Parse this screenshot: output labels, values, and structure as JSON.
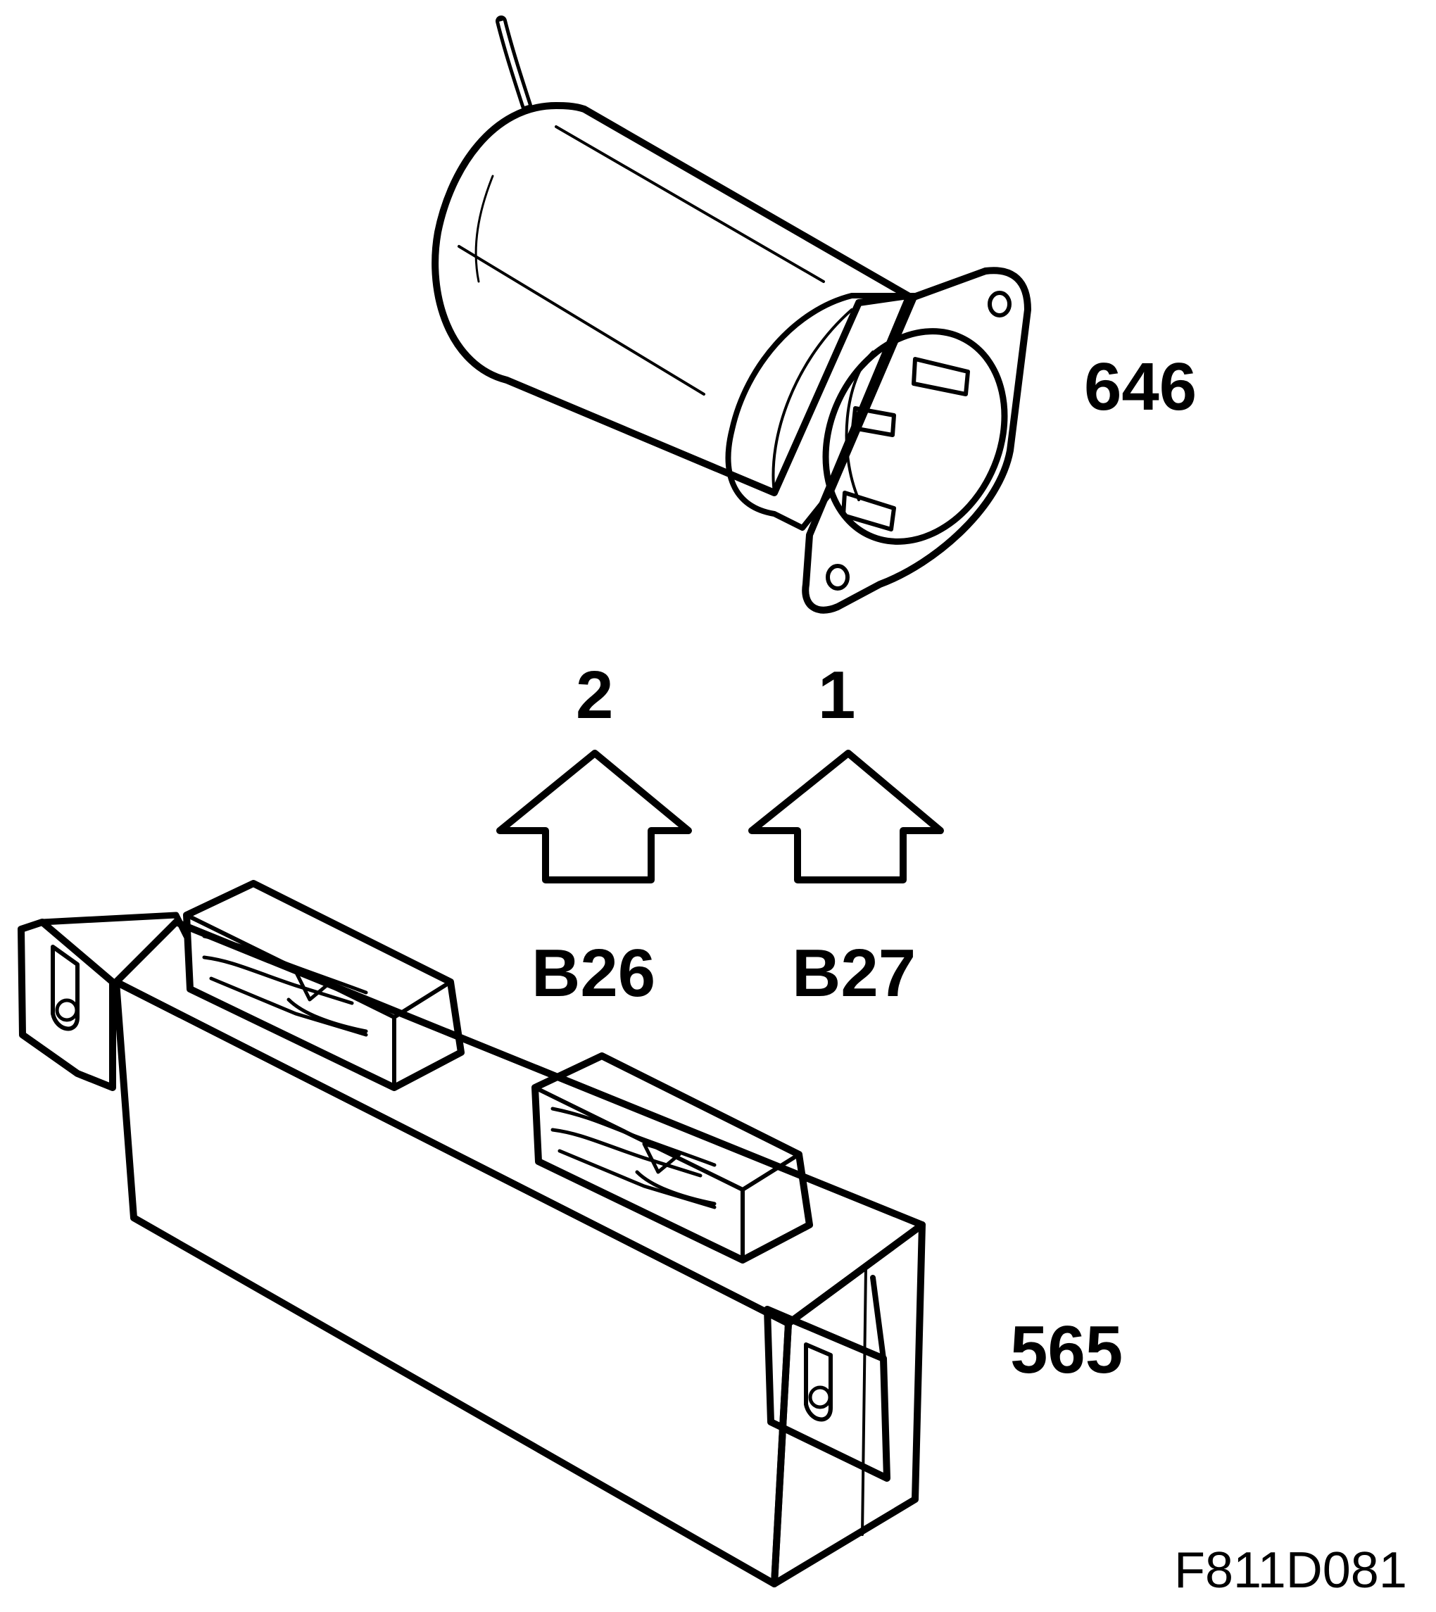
{
  "labels": {
    "component_top": "646",
    "component_bottom": "565",
    "connector_left": "B26",
    "connector_right": "B27",
    "pin_left": "2",
    "pin_right": "1",
    "figure_id": "F811D081"
  }
}
